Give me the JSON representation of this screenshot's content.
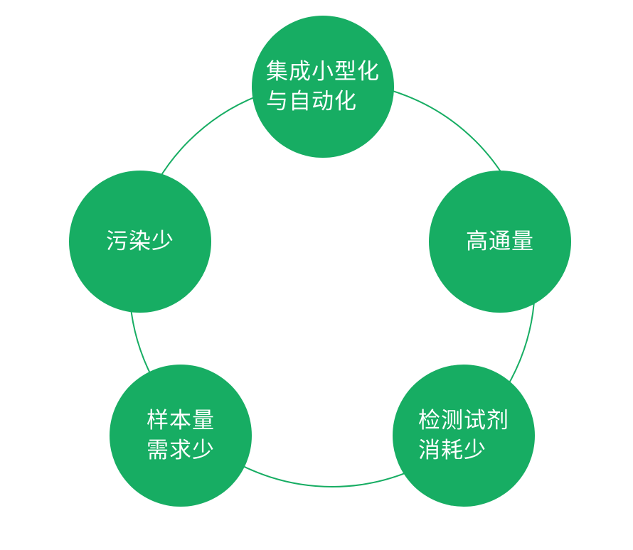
{
  "diagram": {
    "nodes": [
      {
        "lines": [
          "集成小型化",
          "与自动化"
        ]
      },
      {
        "lines": [
          "高通量"
        ]
      },
      {
        "lines": [
          "检测试剂",
          "消耗少"
        ]
      },
      {
        "lines": [
          "样本量",
          "需求少"
        ]
      },
      {
        "lines": [
          "污染少"
        ]
      }
    ]
  },
  "colors": {
    "node_fill": "#17ad63",
    "ring_stroke": "#17ad63",
    "node_text": "#ffffff"
  }
}
